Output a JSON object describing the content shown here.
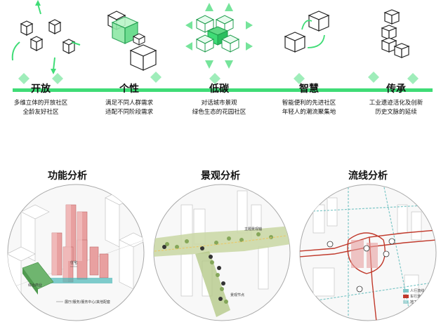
{
  "concepts": [
    {
      "title": "开放",
      "desc1": "多维立体的开放社区",
      "desc2": "全龄友好社区"
    },
    {
      "title": "个性",
      "desc1": "满足不同人群需求",
      "desc2": "适配不同阶段需求"
    },
    {
      "title": "低碳",
      "desc1": "对话城市景观",
      "desc2": "绿色生态的花园社区"
    },
    {
      "title": "智慧",
      "desc1": "智能便利的先进社区",
      "desc2": "年轻人的潮流聚集地"
    },
    {
      "title": "传承",
      "desc1": "工业遗迹活化及创新",
      "desc2": "历史文脉的延续"
    }
  ],
  "analysis": [
    {
      "title": "功能分析",
      "labels": [
        "住宅",
        "综合商业",
        "展厅/服务/服务中心/其他配套"
      ]
    },
    {
      "title": "景观分析",
      "labels": [
        "主题景观轴",
        "景观节点"
      ]
    },
    {
      "title": "流线分析",
      "labels": [
        "人行流线",
        "车行流线",
        "地下车库入口"
      ]
    }
  ],
  "colors": {
    "accent": "#3fdc76",
    "residential": "#e8a0a0",
    "commercial": "#6fb56f",
    "flow": "#c0392b",
    "water": "#7dc7c7"
  }
}
